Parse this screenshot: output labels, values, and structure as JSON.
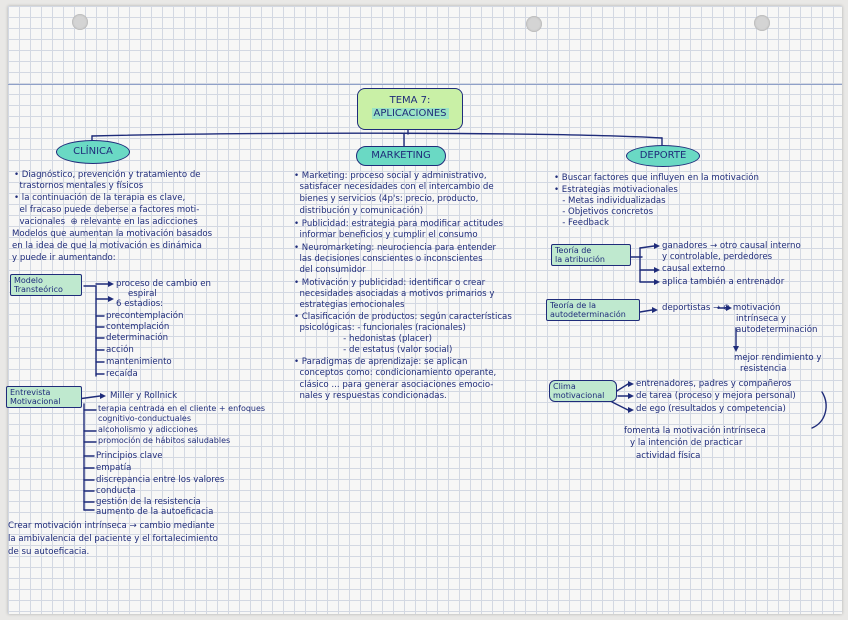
{
  "title": {
    "line1": "TEMA 7:",
    "line2": "APLICACIONES"
  },
  "branches": {
    "clinica": "CLÍNICA",
    "marketing": "MARKETING",
    "deporte": "DEPORTE"
  },
  "clinica": {
    "text": [
      "• Diagnóstico, prevención y tratamiento de",
      "  trastornos mentales y físicos",
      "• la continuación de la terapia es clave,",
      "  el fracaso puede deberse a factores moti-",
      "  vacionales  ⊕ relevante en las adicciones",
      "Modelos que aumentan la motivación basados",
      "en la idea de que la motivación es dinámica",
      "y puede ir aumentando:"
    ],
    "modelo_box": [
      "Modelo",
      "Transteórico"
    ],
    "modelo_list": [
      "proceso de cambio en",
      "espiral",
      "6 estadios:",
      "precontemplación",
      "contemplación",
      "determinación",
      "acción",
      "mantenimiento",
      "recaída"
    ],
    "entrevista_box": [
      "Entrevista",
      "Motivacional"
    ],
    "entrevista_list": [
      "Miller y Rollnick",
      "terapia centrada en el cliente + enfoques",
      "cognitivo-conductuales",
      "alcoholismo y adicciones",
      "promoción de hábitos saludables",
      "Principios clave",
      "empatía",
      "discrepancia entre los valores",
      "conducta",
      "gestión de la resistencia",
      "aumento de la autoeficacia"
    ],
    "footer": [
      "Crear motivación intrínseca → cambio mediante",
      "la ambivalencia del paciente y el fortalecimiento",
      "de su autoeficacia."
    ]
  },
  "marketing": {
    "text": [
      "• Marketing: proceso social y administrativo,",
      "  satisfacer necesidades con el intercambio de",
      "  bienes y servicios (4p's: precio, producto,",
      "  distribución y comunicación)",
      "• Publicidad: estrategia para modificar actitudes",
      "  informar beneficios y cumplir el consumo",
      "• Neuromarketing: neurociencia para entender",
      "  las decisiones conscientes o inconscientes",
      "  del consumidor",
      "• Motivación y publicidad: identificar o crear",
      "  necesidades asociadas a motivos primarios y",
      "  estrategias emocionales",
      "• Clasificación de productos: según características",
      "  psicológicas: - funcionales (racionales)",
      "                  - hedonistas (placer)",
      "                  - de estatus (valor social)",
      "• Paradigmas de aprendizaje: se aplican",
      "  conceptos como: condicionamiento operante,",
      "  clásico ... para generar asociaciones emocio-",
      "  nales y respuestas condicionadas."
    ]
  },
  "deporte": {
    "text": [
      "• Buscar factores que influyen en la motivación",
      "• Estrategias motivacionales",
      "   - Metas individualizadas",
      "   - Objetivos concretos",
      "   - Feedback"
    ],
    "atribucion_box": [
      "Teoría de",
      "la atribución"
    ],
    "atribucion_list": [
      "ganadores → otro causal interno",
      "y controlable, perdedores",
      "causal externo",
      "aplica también a entrenador"
    ],
    "autodeterminacion_box": [
      "Teoría de la",
      "autodeterminación"
    ],
    "autodeterminacion_list": [
      "deportistas → ⊕ motivación",
      "intrínseca y",
      "autodeterminación",
      "mejor rendimiento y",
      "resistencia"
    ],
    "clima_box": [
      "Clima",
      "motivacional"
    ],
    "clima_list": [
      "entrenadores, padres y compañeros",
      "de tarea (proceso y mejora personal)",
      "de ego (resultados y competencia)"
    ],
    "footer": [
      "fomenta la motivación intrínseca",
      "y la intención de practicar",
      "actividad física"
    ]
  }
}
